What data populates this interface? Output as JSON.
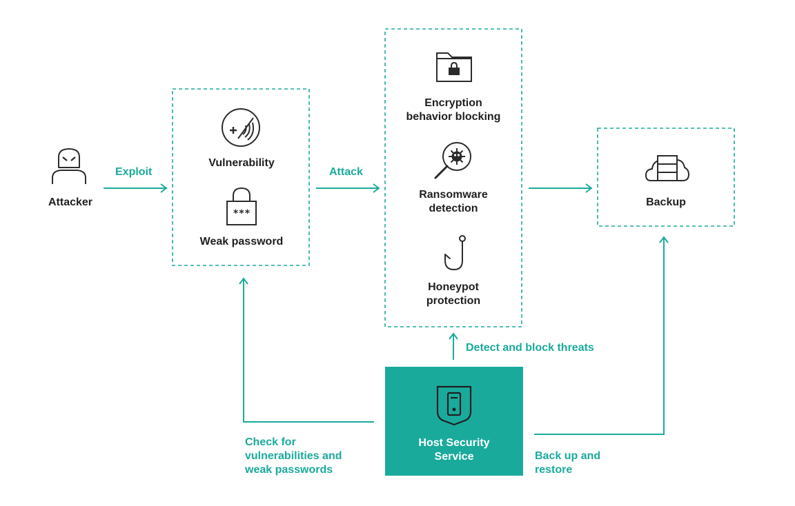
{
  "colors": {
    "accent": "#1aaa9c",
    "text": "#1f1f1f",
    "icon": "#2b2b2b",
    "service_fill": "#1aaa9c",
    "service_text": "#ffffff"
  },
  "nodes": {
    "attacker": {
      "label": "Attacker",
      "icon": "hooded-attacker-icon"
    },
    "vulnerability": {
      "label": "Vulnerability",
      "icon": "signal-plus-icon"
    },
    "weak_password": {
      "label": "Weak password",
      "icon": "padlock-password-icon"
    },
    "encryption": {
      "label": "Encryption\nbehavior blocking",
      "icon": "locked-folder-icon"
    },
    "ransomware": {
      "label": "Ransomware\ndetection",
      "icon": "magnifier-virus-icon"
    },
    "honeypot": {
      "label": "Honeypot\nprotection",
      "icon": "fishhook-icon"
    },
    "backup": {
      "label": "Backup",
      "icon": "cloud-server-icon"
    },
    "host_security": {
      "label": "Host Security\nService",
      "icon": "shield-server-icon"
    }
  },
  "edges": {
    "exploit": "Exploit",
    "attack": "Attack",
    "detect": "Detect and block threats",
    "check": "Check for\nvulnerabilities and\nweak passwords",
    "backup_restore": "Back up and\nrestore"
  }
}
